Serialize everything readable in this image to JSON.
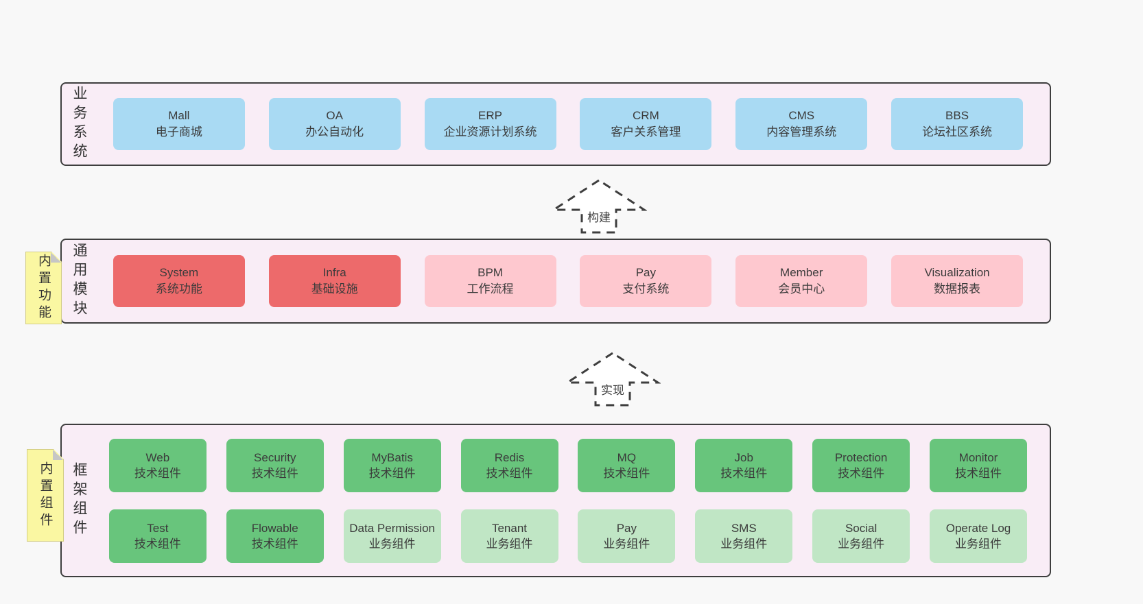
{
  "colors": {
    "page_bg": "#f8f8f8",
    "band_bg": "#f9edf6",
    "band_border": "#3e3e3e",
    "blue_box": "#a9daf3",
    "red_box": "#ed6a6b",
    "pink_box": "#fec8cf",
    "green_box": "#68c57c",
    "light_green_box": "#c0e6c5",
    "note_bg": "#faf7a2",
    "text": "#3b3b3b"
  },
  "arrows": [
    {
      "label": "构建"
    },
    {
      "label": "实现"
    }
  ],
  "notes": [
    {
      "label": "内置功能"
    },
    {
      "label": "内置组件"
    }
  ],
  "bands": [
    {
      "label": "业务系统",
      "boxes": [
        {
          "title": "Mall",
          "subtitle": "电子商城",
          "variant": "blue"
        },
        {
          "title": "OA",
          "subtitle": "办公自动化",
          "variant": "blue"
        },
        {
          "title": "ERP",
          "subtitle": "企业资源计划系统",
          "variant": "blue"
        },
        {
          "title": "CRM",
          "subtitle": "客户关系管理",
          "variant": "blue"
        },
        {
          "title": "CMS",
          "subtitle": "内容管理系统",
          "variant": "blue"
        },
        {
          "title": "BBS",
          "subtitle": "论坛社区系统",
          "variant": "blue"
        }
      ]
    },
    {
      "label": "通用模块",
      "boxes": [
        {
          "title": "System",
          "subtitle": "系统功能",
          "variant": "red"
        },
        {
          "title": "Infra",
          "subtitle": "基础设施",
          "variant": "red"
        },
        {
          "title": "BPM",
          "subtitle": "工作流程",
          "variant": "pink"
        },
        {
          "title": "Pay",
          "subtitle": "支付系统",
          "variant": "pink"
        },
        {
          "title": "Member",
          "subtitle": "会员中心",
          "variant": "pink"
        },
        {
          "title": "Visualization",
          "subtitle": "数据报表",
          "variant": "pink"
        }
      ]
    },
    {
      "label": "框架组件",
      "rows": [
        [
          {
            "title": "Web",
            "subtitle": "技术组件",
            "variant": "green"
          },
          {
            "title": "Security",
            "subtitle": "技术组件",
            "variant": "green"
          },
          {
            "title": "MyBatis",
            "subtitle": "技术组件",
            "variant": "green"
          },
          {
            "title": "Redis",
            "subtitle": "技术组件",
            "variant": "green"
          },
          {
            "title": "MQ",
            "subtitle": "技术组件",
            "variant": "green"
          },
          {
            "title": "Job",
            "subtitle": "技术组件",
            "variant": "green"
          },
          {
            "title": "Protection",
            "subtitle": "技术组件",
            "variant": "green"
          },
          {
            "title": "Monitor",
            "subtitle": "技术组件",
            "variant": "green"
          }
        ],
        [
          {
            "title": "Test",
            "subtitle": "技术组件",
            "variant": "green"
          },
          {
            "title": "Flowable",
            "subtitle": "技术组件",
            "variant": "green"
          },
          {
            "title": "Data Permission",
            "subtitle": "业务组件",
            "variant": "light-green"
          },
          {
            "title": "Tenant",
            "subtitle": "业务组件",
            "variant": "light-green"
          },
          {
            "title": "Pay",
            "subtitle": "业务组件",
            "variant": "light-green"
          },
          {
            "title": "SMS",
            "subtitle": "业务组件",
            "variant": "light-green"
          },
          {
            "title": "Social",
            "subtitle": "业务组件",
            "variant": "light-green"
          },
          {
            "title": "Operate Log",
            "subtitle": "业务组件",
            "variant": "light-green"
          }
        ]
      ]
    }
  ]
}
